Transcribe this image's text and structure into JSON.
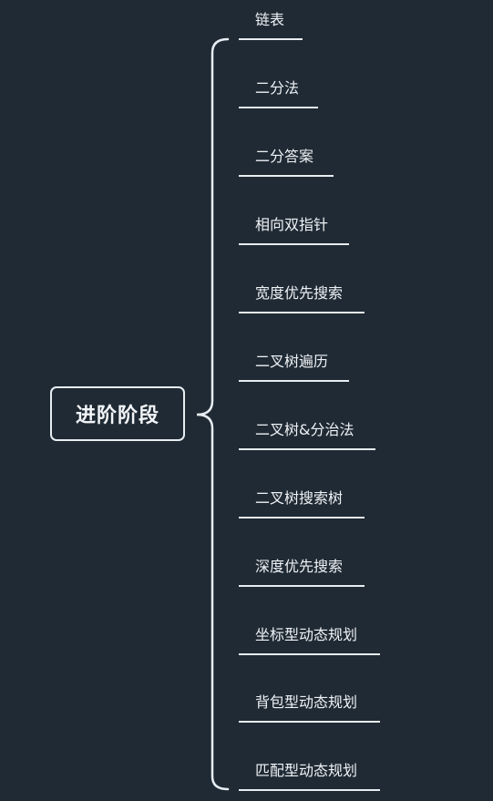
{
  "root": {
    "label": "进阶阶段"
  },
  "branches": [
    {
      "label": "链表"
    },
    {
      "label": "二分法"
    },
    {
      "label": "二分答案"
    },
    {
      "label": "相向双指针"
    },
    {
      "label": "宽度优先搜索"
    },
    {
      "label": "二叉树遍历"
    },
    {
      "label": "二叉树&分治法"
    },
    {
      "label": "二叉树搜索树"
    },
    {
      "label": "深度优先搜索"
    },
    {
      "label": "坐标型动态规划"
    },
    {
      "label": "背包型动态规划"
    },
    {
      "label": "匹配型动态规划"
    }
  ],
  "colors": {
    "background": "#202a34",
    "line": "#e8edf2",
    "text": "#eef2f6"
  }
}
